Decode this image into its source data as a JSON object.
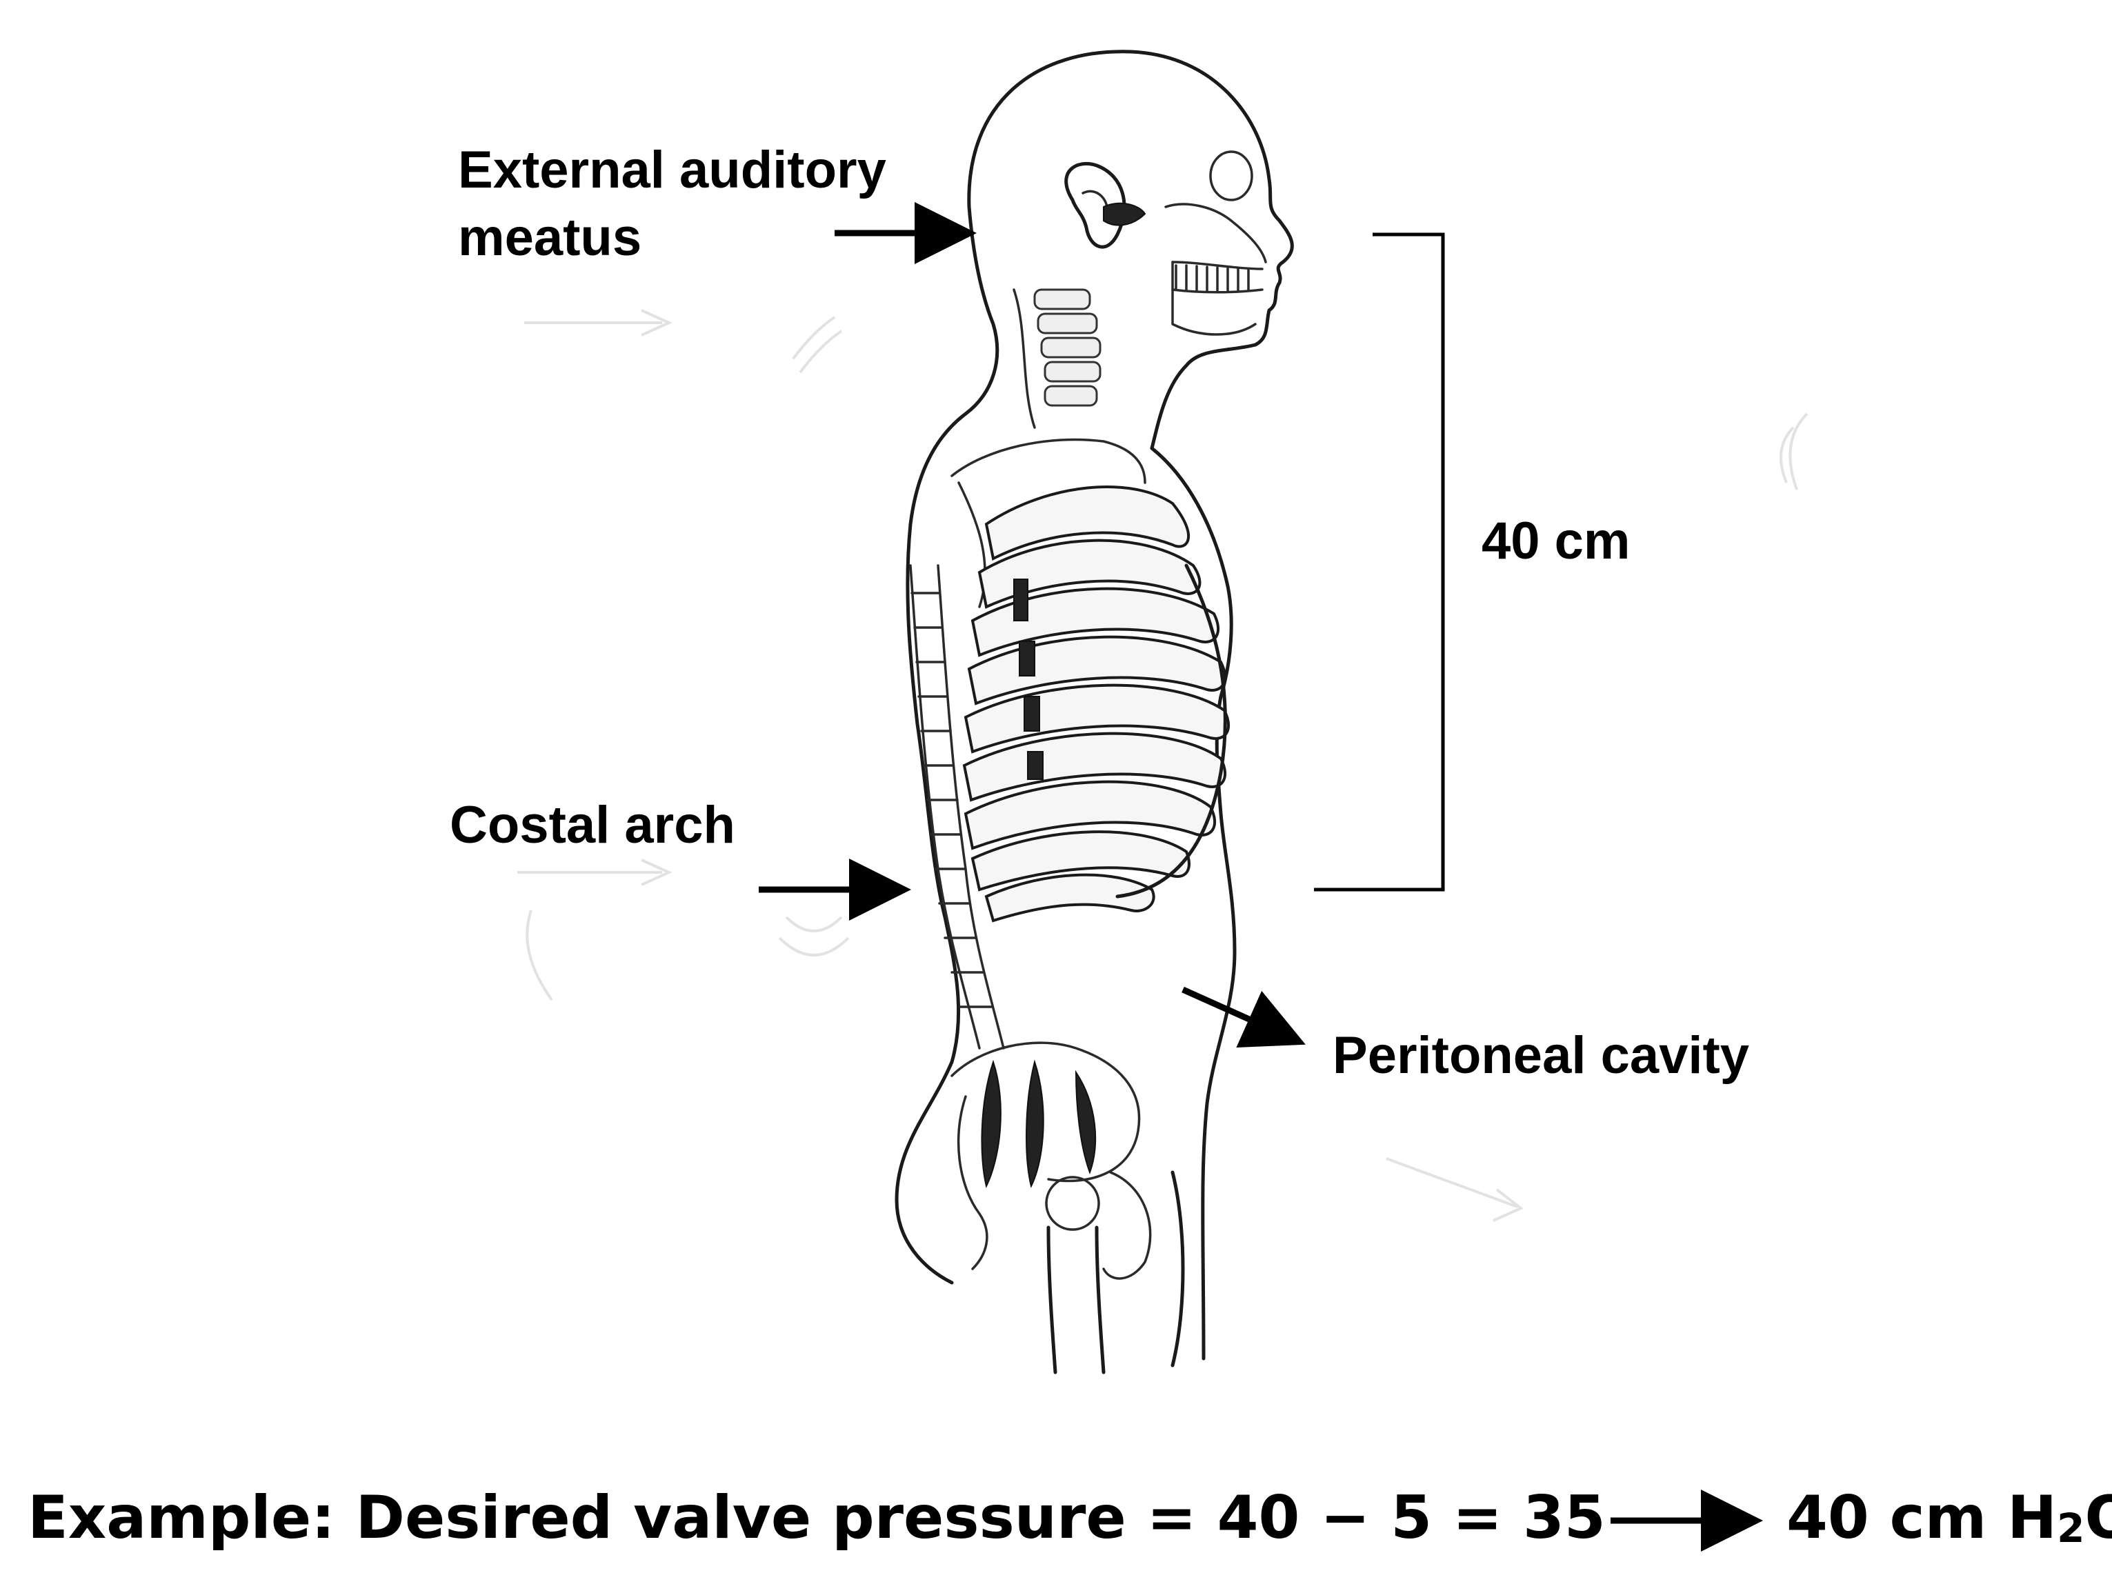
{
  "labels": {
    "ear": [
      "External auditory",
      "meatus"
    ],
    "costal": "Costal arch",
    "peritoneal": "Peritoneal cavity",
    "distance": "40 cm"
  },
  "formula": {
    "lhs": "Example: Desired valve pressure = 40 − 5 = 35",
    "rhs_value": "40 cm H",
    "rhs_sub": "2",
    "rhs_end": "O"
  }
}
